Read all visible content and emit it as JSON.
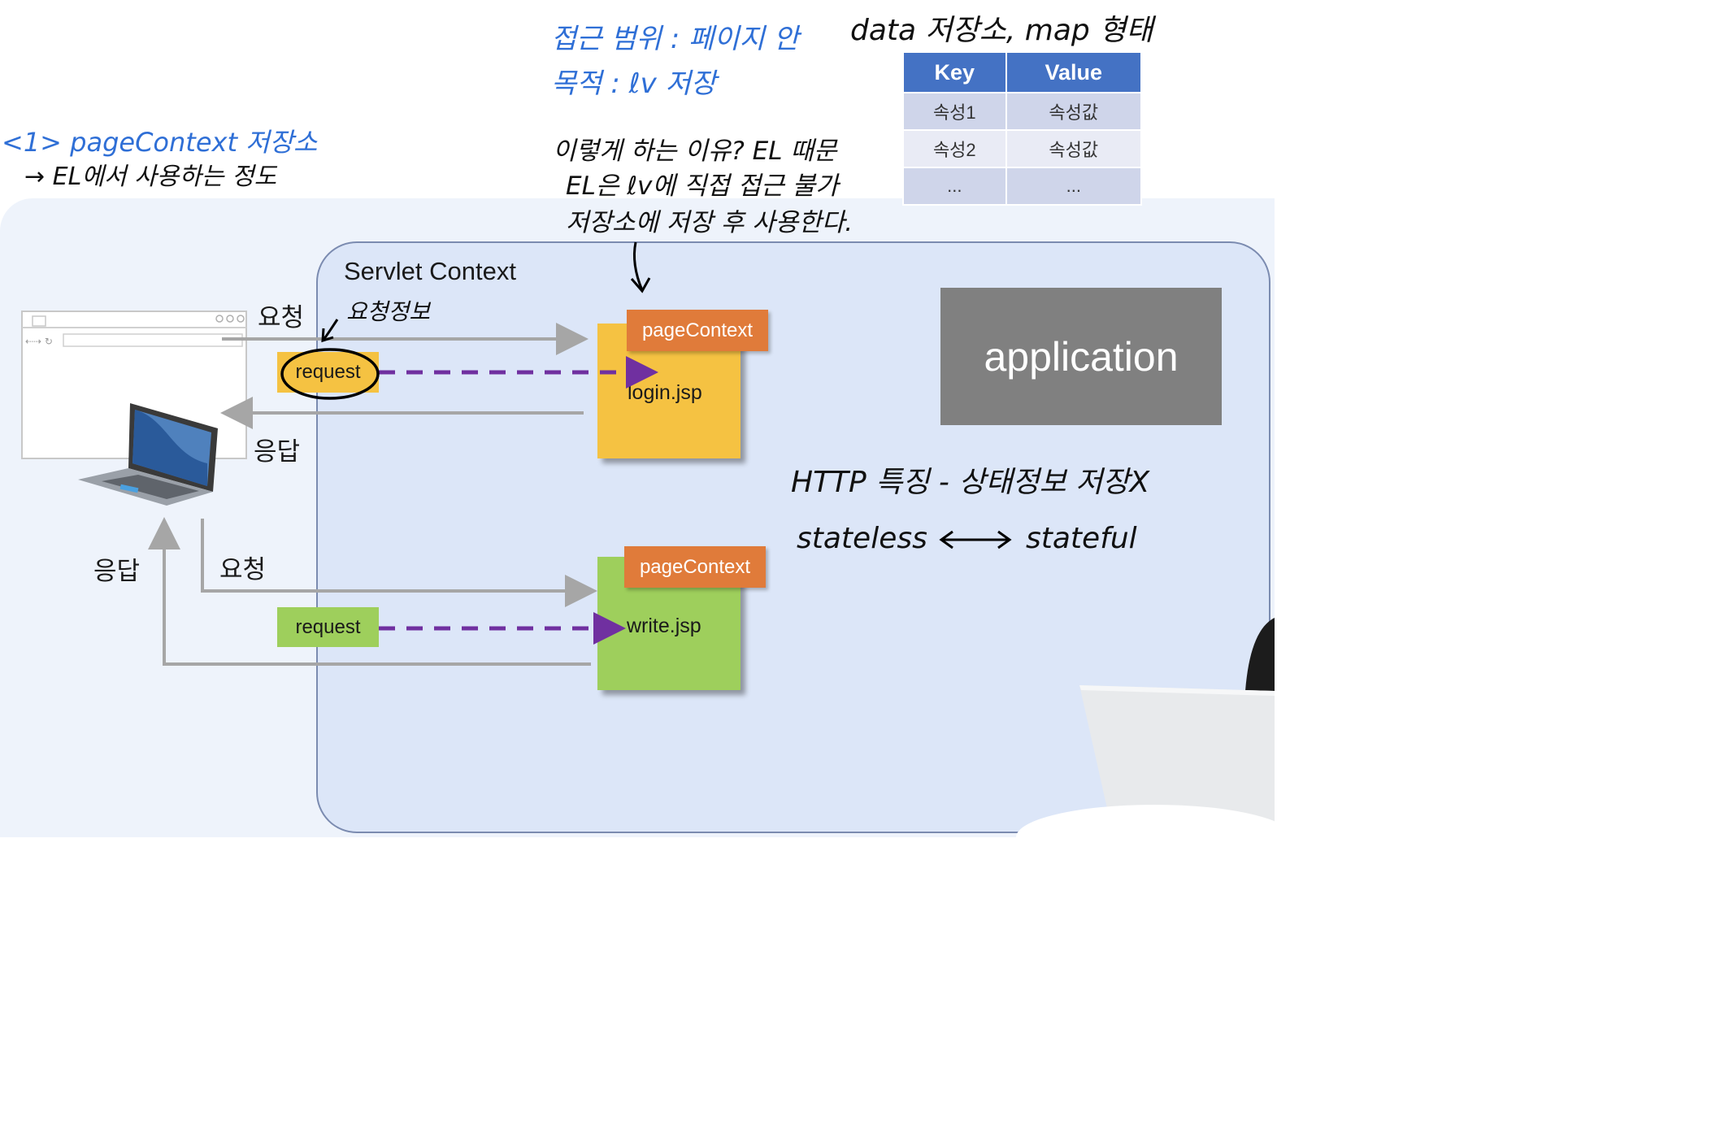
{
  "notes": {
    "scope": "접근 범위 : 페이지 안",
    "purpose": "목적 : ℓv 저장",
    "storage_heading": "data 저장소, map 형태",
    "page_context_title": "<1> pageContext 저장소",
    "page_context_sub": "→ EL에서 사용하는 정도",
    "reason_line1": "이렇게 하는 이유? EL 때문",
    "reason_line2": "EL은 ℓv에 직접 접근 불가",
    "reason_line3": "저장소에 저장 후 사용한다.",
    "request_info": "요청정보",
    "http_feature": "HTTP 특징 - 상태정보 저장X",
    "stateless": "stateless",
    "stateful": "stateful"
  },
  "table": {
    "headers": [
      "Key",
      "Value"
    ],
    "rows": [
      [
        "속성1",
        "속성값"
      ],
      [
        "속성2",
        "속성값"
      ],
      [
        "...",
        "..."
      ]
    ]
  },
  "diagram": {
    "servlet_context": "Servlet Context",
    "application": "application",
    "req_top": "요청",
    "res_top": "응답",
    "req_bottom": "요청",
    "res_bottom": "응답",
    "top_page": {
      "tag": "pageContext",
      "file": "login.jsp",
      "request": "request"
    },
    "bottom_page": {
      "tag": "pageContext",
      "file": "write.jsp",
      "request": "request"
    }
  },
  "colors": {
    "servlet_bg": "#dce6f8",
    "login_doc": "#f5c242",
    "write_doc": "#9ecf5c",
    "tag": "#e07b3a",
    "application": "#808080",
    "dashed_arrow": "#7030a0",
    "handwriting_blue": "#2f6fd6"
  }
}
